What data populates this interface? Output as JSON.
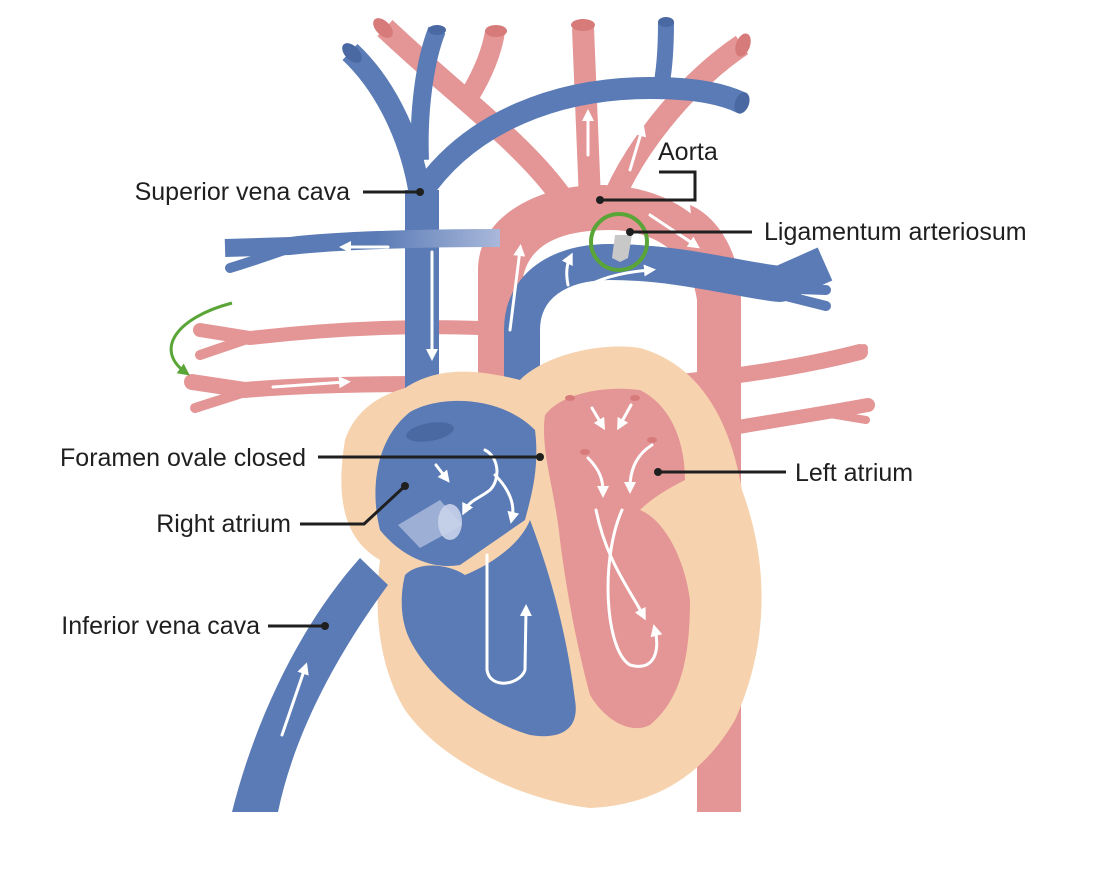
{
  "colors": {
    "vein": "#5a7bb5",
    "vein_dark": "#4a68a2",
    "artery": "#e49595",
    "artery_dark": "#d77a7a",
    "heart_wall": "#f6d3ae",
    "arrow": "#ffffff",
    "highlight": "#5aa537",
    "ligament": "#c8c8c8",
    "leader": "#1f1f1f",
    "text": "#1f1f1f"
  },
  "labels": {
    "aorta": "Aorta",
    "superior_vena_cava": "Superior vena cava",
    "ligamentum_arteriosum": "Ligamentum arteriosum",
    "foramen_ovale_closed": "Foramen ovale closed",
    "left_atrium": "Left atrium",
    "right_atrium": "Right atrium",
    "inferior_vena_cava": "Inferior vena cava"
  }
}
